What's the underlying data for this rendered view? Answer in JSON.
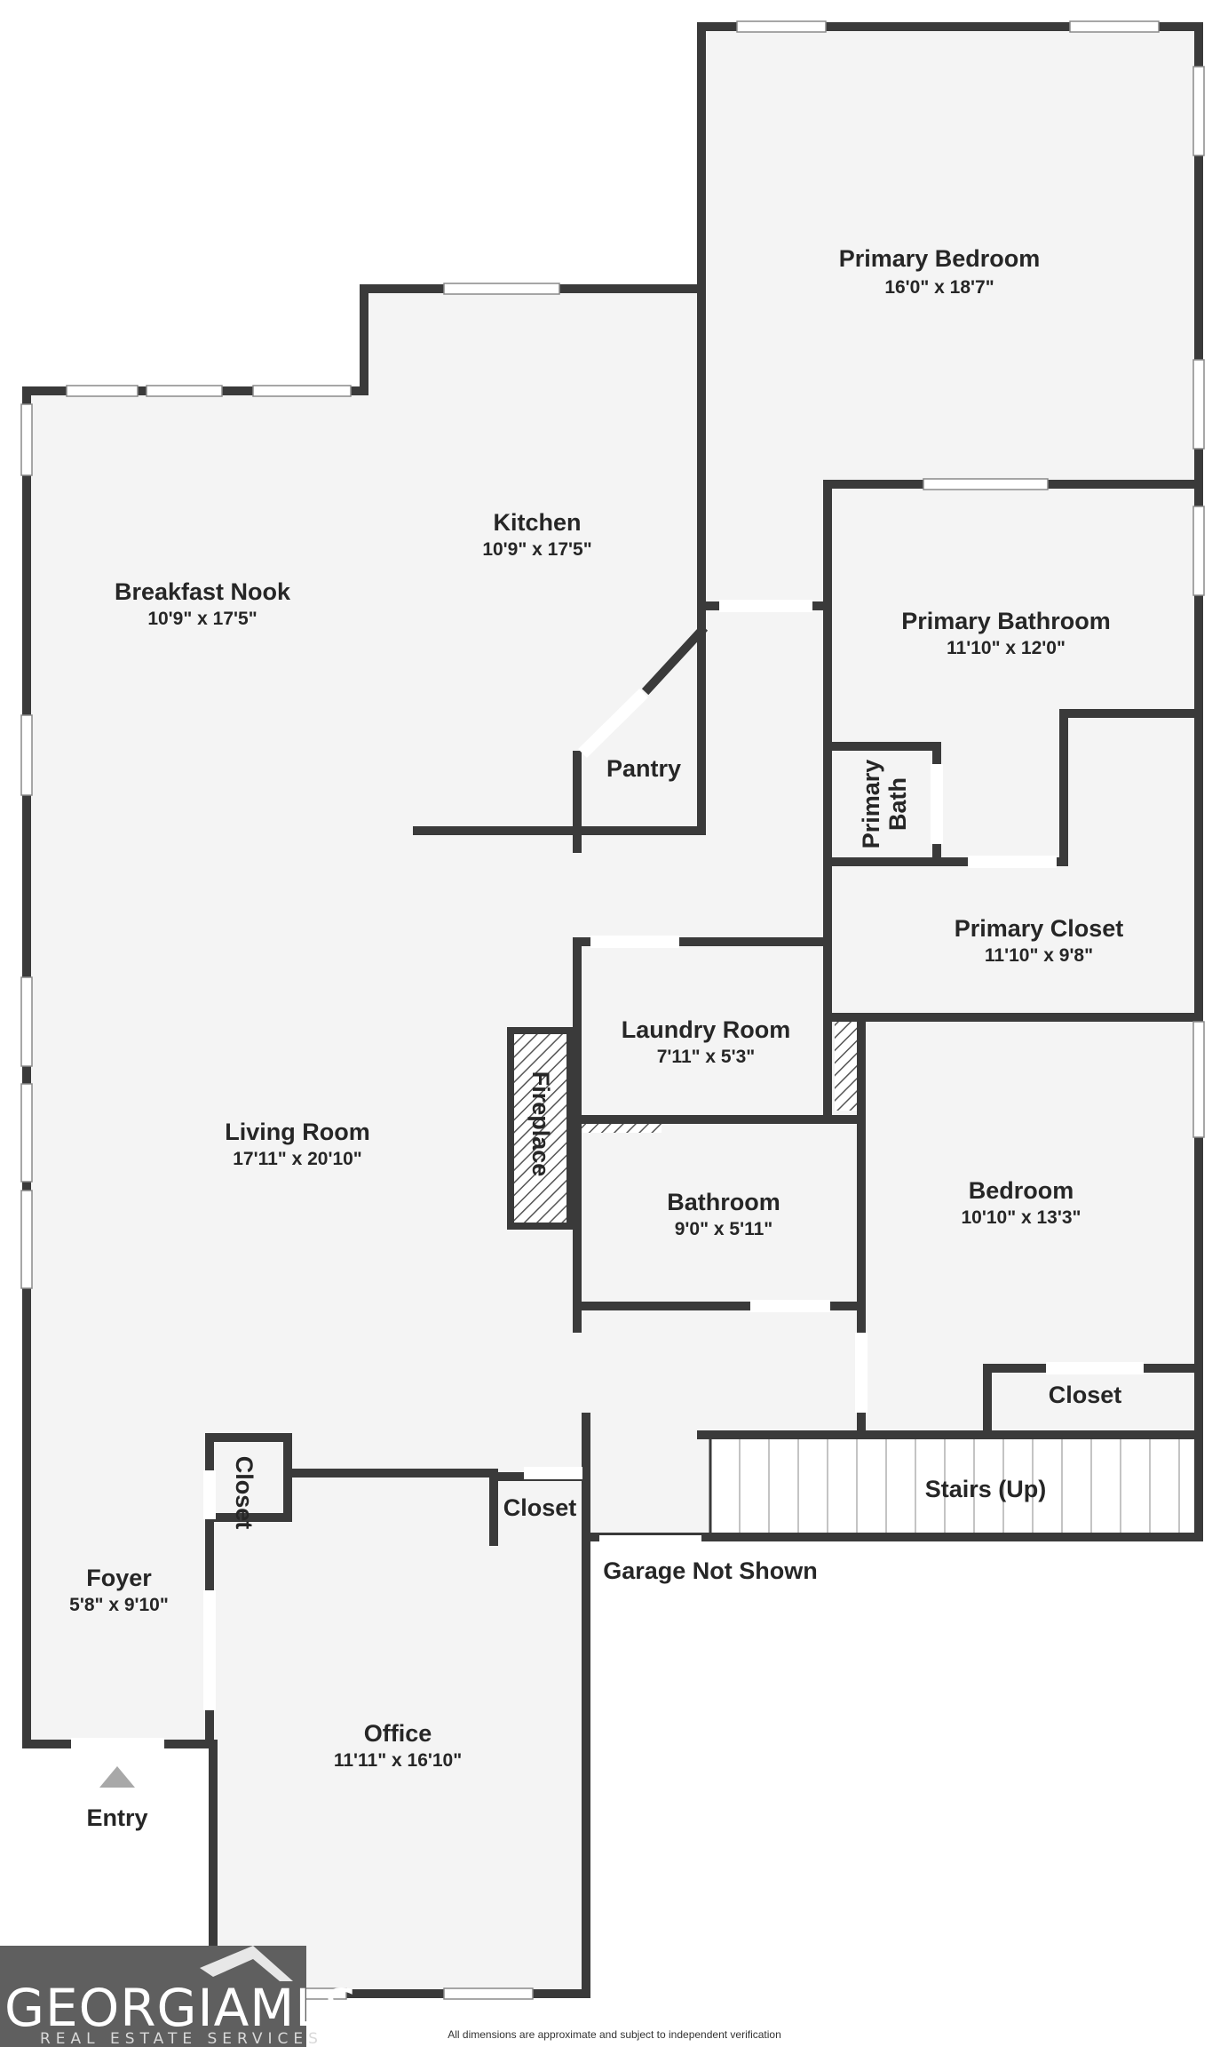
{
  "rooms": {
    "primary_bedroom": {
      "name": "Primary Bedroom",
      "dims": "16'0\" x 18'7\""
    },
    "kitchen": {
      "name": "Kitchen",
      "dims": "10'9\" x 17'5\""
    },
    "breakfast_nook": {
      "name": "Breakfast Nook",
      "dims": "10'9\" x 17'5\""
    },
    "primary_bathroom": {
      "name": "Primary Bathroom",
      "dims": "11'10\" x 12'0\""
    },
    "pantry": {
      "name": "Pantry"
    },
    "primary_bath": {
      "line1": "Primary",
      "line2": "Bath"
    },
    "primary_closet": {
      "name": "Primary Closet",
      "dims": "11'10\" x 9'8\""
    },
    "laundry_room": {
      "name": "Laundry Room",
      "dims": "7'11\" x 5'3\""
    },
    "fireplace": {
      "name": "Fireplace"
    },
    "living_room": {
      "name": "Living Room",
      "dims": "17'11\" x 20'10\""
    },
    "bedroom": {
      "name": "Bedroom",
      "dims": "10'10\" x 13'3\""
    },
    "bathroom": {
      "name": "Bathroom",
      "dims": "9'0\" x 5'11\""
    },
    "bedroom_closet": {
      "name": "Closet"
    },
    "foyer_closet": {
      "name": "Closet"
    },
    "hall_closet": {
      "name": "Closet"
    },
    "stairs": {
      "name": "Stairs (Up)"
    },
    "foyer": {
      "name": "Foyer",
      "dims": "5'8\" x 9'10\""
    },
    "office": {
      "name": "Office",
      "dims": "11'11\" x 16'10\""
    }
  },
  "labels": {
    "garage": "Garage Not Shown",
    "entry": "Entry"
  },
  "footer": {
    "logo_main": "GEORGIAMLS",
    "logo_sub": "REAL ESTATE SERVICES",
    "disclaimer": "All dimensions are approximate and subject to independent verification"
  },
  "colors": {
    "floor": "#f4f4f4",
    "wall": "#3a3a3a",
    "logo_bg": "#5f5f5f"
  }
}
